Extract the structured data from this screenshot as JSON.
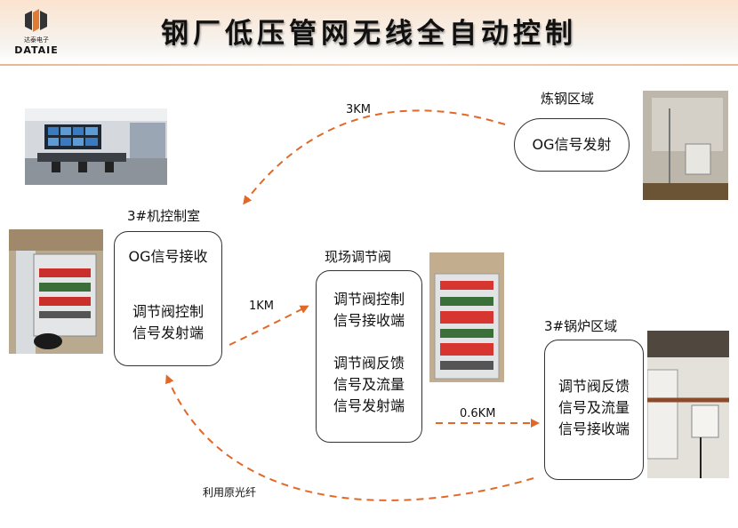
{
  "header": {
    "title": "钢厂低压管网无线全自动控制",
    "logo_cn": "达泰电子",
    "logo_en": "DATAIE"
  },
  "nodes": {
    "steel": {
      "label": "炼钢区域",
      "box_lines": [
        "OG信号发射"
      ]
    },
    "control": {
      "label": "3#机控制室",
      "box_lines": [
        "OG信号接收",
        "调节阀控制",
        "信号发射端"
      ]
    },
    "valve": {
      "label": "现场调节阀",
      "box_lines": [
        "调节阀控制",
        "信号接收端",
        "调节阀反馈",
        "信号及流量",
        "信号发射端"
      ]
    },
    "boiler": {
      "label": "3#锅炉区域",
      "box_lines": [
        "调节阀反馈",
        "信号及流量",
        "信号接收端"
      ]
    }
  },
  "links": {
    "steel_to_control": "3KM",
    "control_to_valve": "1KM",
    "valve_to_boiler": "0.6KM",
    "boiler_to_control": "利用原光纤"
  },
  "colors": {
    "arrow": "#e0692a",
    "accent": "#d87a3c"
  }
}
